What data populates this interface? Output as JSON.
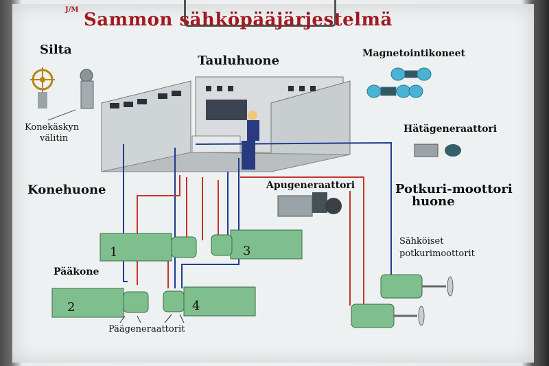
{
  "poster": {
    "maker_mark": "J/M",
    "title": "Sammon sähköpääjärjestelmä"
  },
  "labels": {
    "bridge": "Silta",
    "control_room": "Tauluhuone",
    "magnetizers": "Magnetointikoneet",
    "telegraph_line1": "Konekäskyn",
    "telegraph_line2": "välitin",
    "emergency_gen": "Hätägeneraattori",
    "engine_room": "Konehuone",
    "aux_gen": "Apugeneraattori",
    "propulsion_room_line1": "Potkuri-moottori",
    "propulsion_room_line2": "huone",
    "main_engine": "Pääkone",
    "electric_motors_line1": "Sähköiset",
    "electric_motors_line2": "potkurimoottorit",
    "main_generators": "Päägeneraattorit"
  },
  "engines": [
    {
      "number": "1"
    },
    {
      "number": "2"
    },
    {
      "number": "3"
    },
    {
      "number": "4"
    }
  ],
  "colors": {
    "title_red": "#a21a20",
    "wire_blue": "#1f3c8f",
    "wire_red": "#c8312a",
    "engine_green": "#7fbf8e",
    "machine_blue": "#4ab3d4"
  }
}
